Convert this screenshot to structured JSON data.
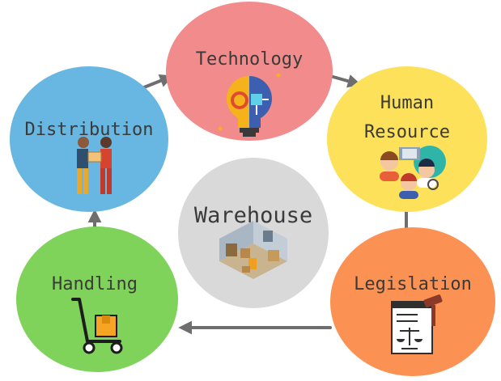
{
  "diagram": {
    "center": {
      "label": "Warehouse",
      "color": "#d9d9d9"
    },
    "nodes": [
      {
        "id": "technology",
        "label_lines": [
          "Technology"
        ],
        "color": "#f28b8b",
        "icon": "lightbulb-gear-icon"
      },
      {
        "id": "human-resource",
        "label_lines": [
          "Human",
          "Resource"
        ],
        "color": "#fde15a",
        "icon": "people-group-icon"
      },
      {
        "id": "legislation",
        "label_lines": [
          "Legislation"
        ],
        "color": "#fb9253",
        "icon": "law-document-gavel-icon"
      },
      {
        "id": "handling",
        "label_lines": [
          "Handling"
        ],
        "color": "#7fd35a",
        "icon": "hand-truck-box-icon"
      },
      {
        "id": "distribution",
        "label_lines": [
          "Distribution"
        ],
        "color": "#68b7e2",
        "icon": "people-exchange-box-icon"
      }
    ],
    "arrow_color": "#6e6e6e"
  }
}
